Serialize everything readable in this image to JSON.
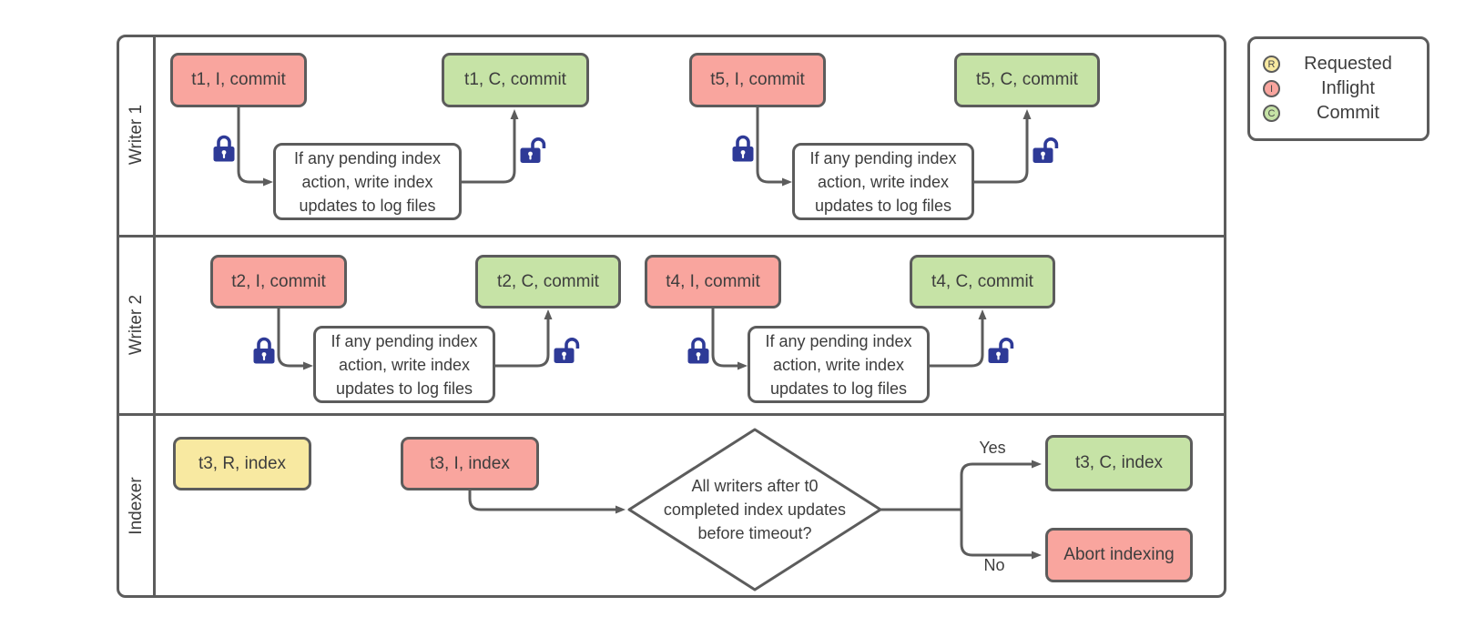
{
  "lanes": [
    {
      "label": "Writer 1"
    },
    {
      "label": "Writer 2"
    },
    {
      "label": "Indexer"
    }
  ],
  "nodes": {
    "t1_inflight": "t1, I, commit",
    "t1_commit": "t1, C, commit",
    "t5_inflight": "t5, I, commit",
    "t5_commit": "t5, C, commit",
    "t2_inflight": "t2, I, commit",
    "t2_commit": "t2, C, commit",
    "t4_inflight": "t4, I, commit",
    "t4_commit": "t4, C, commit",
    "t3_requested": "t3, R, index",
    "t3_inflight": "t3, I, index",
    "t3_commit": "t3, C, index",
    "abort": "Abort indexing",
    "process": "If any pending index action, write index updates to log files",
    "decision": "All writers after t0 completed index updates before timeout?"
  },
  "edges": {
    "yes": "Yes",
    "no": "No"
  },
  "legend": {
    "items": [
      {
        "letter": "R",
        "label": "Requested"
      },
      {
        "letter": "I",
        "label": "Inflight"
      },
      {
        "letter": "C",
        "label": "Commit"
      }
    ]
  },
  "colors": {
    "requested": "#f8e9a1",
    "inflight": "#f9a59e",
    "commit": "#c6e3a6",
    "line": "#5c5c5c",
    "text": "#3d3d3d",
    "lock": "#2e3a97"
  }
}
